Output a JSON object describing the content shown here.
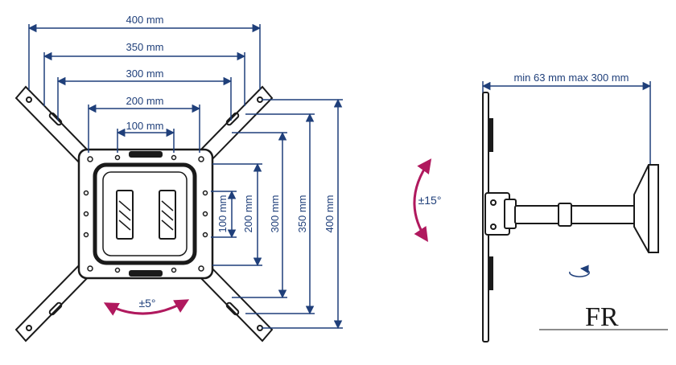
{
  "colors": {
    "dimension": "#1f3f7a",
    "rotation_arrow": "#b0195e",
    "line": "#1a1a1a",
    "plate_fill": "#ffffff"
  },
  "front_view": {
    "horizontal_dimensions": [
      "400 mm",
      "350 mm",
      "300 mm",
      "200 mm",
      "100 mm"
    ],
    "vertical_dimensions": [
      "100 mm",
      "200 mm",
      "300 mm",
      "350 mm",
      "400 mm"
    ],
    "rotation_label": "±5°"
  },
  "side_view": {
    "extension_label": "min 63 mm max 300 mm",
    "tilt_label": "±15°",
    "swivel_icon": "swivel-arrow-icon"
  },
  "logo": {
    "text": "FR"
  }
}
